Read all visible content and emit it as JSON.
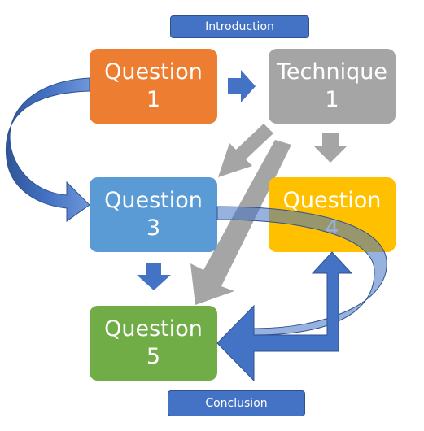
{
  "labels": {
    "introduction": "Introduction",
    "conclusion": "Conclusion"
  },
  "nodes": {
    "question1": {
      "line1": "Question",
      "line2": "1"
    },
    "technique1": {
      "line1": "Technique",
      "line2": "1"
    },
    "question3": {
      "line1": "Question",
      "line2": "3"
    },
    "question4": {
      "line1": "Question",
      "line2": "4"
    },
    "question5": {
      "line1": "Question",
      "line2": "5"
    }
  },
  "colors": {
    "question1": "#ed7d31",
    "technique1": "#a5a5a5",
    "question3": "#5b9bd5",
    "question4": "#ffc000",
    "question5": "#70ad47",
    "label_fill": "#4472c4",
    "blue_arrow": "#4472c4",
    "gray_arrow": "#a5a5a5"
  }
}
